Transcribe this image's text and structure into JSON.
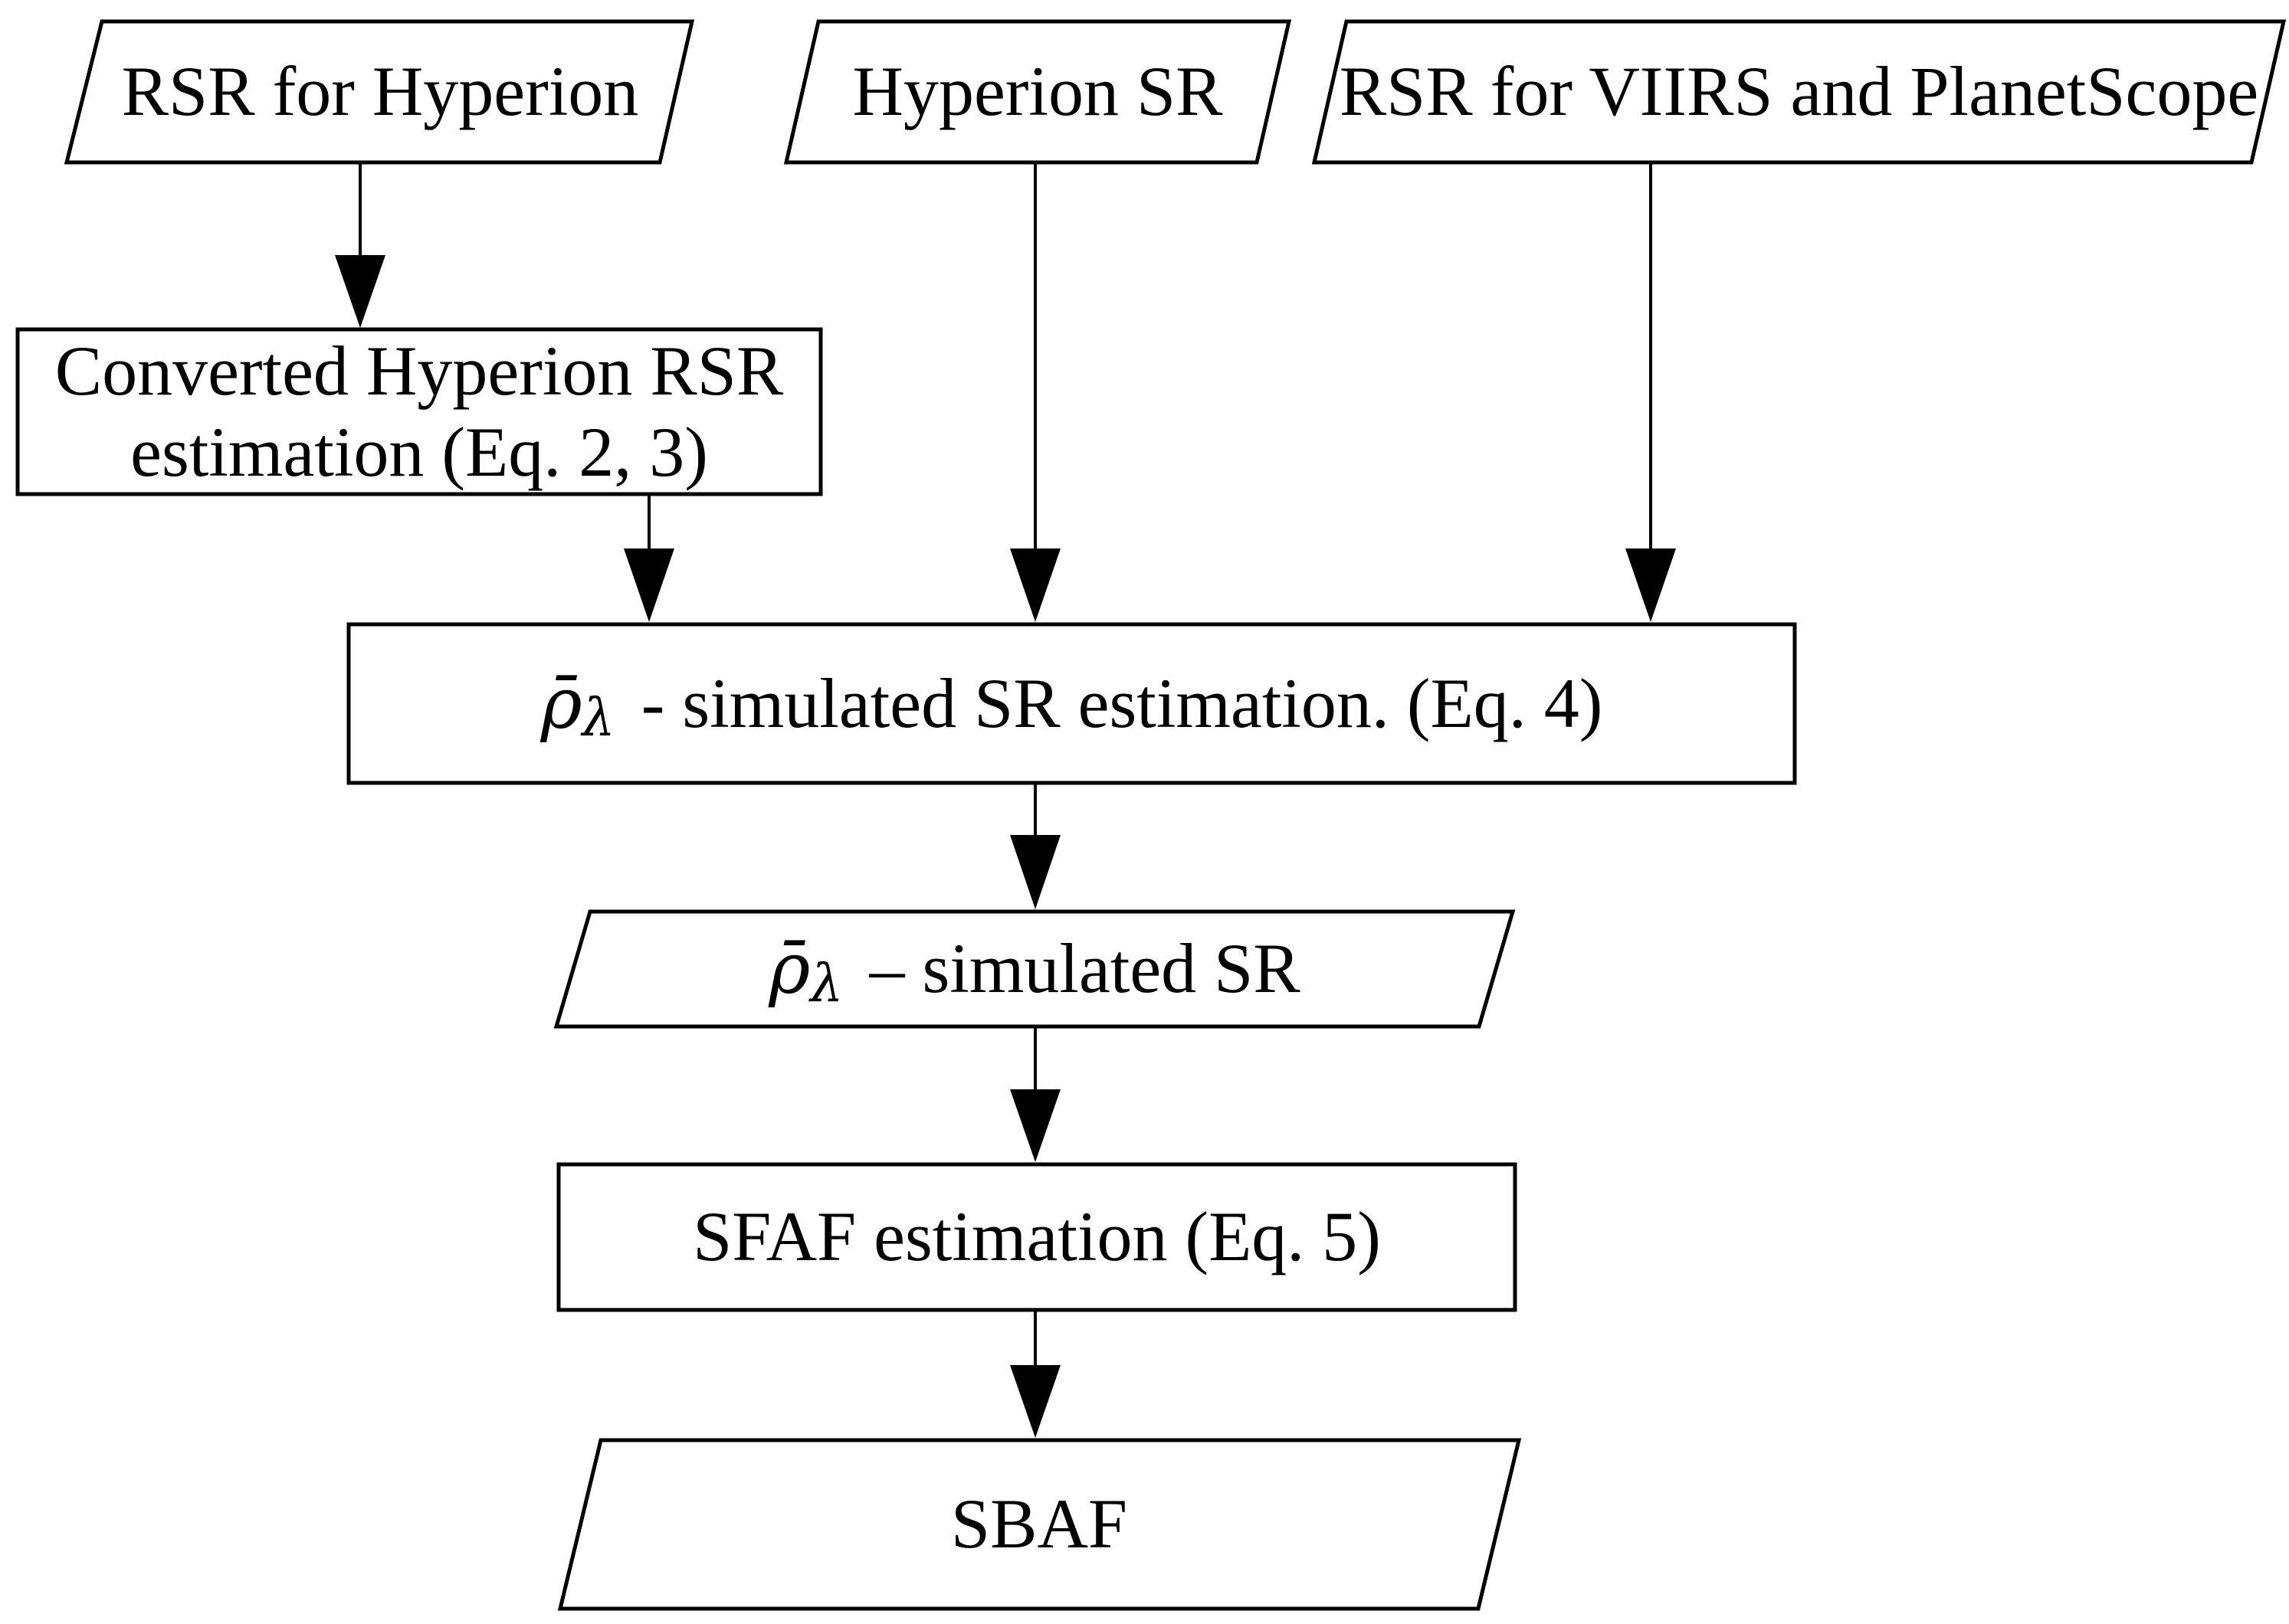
{
  "figure": {
    "type": "flowchart",
    "background_color": "#ffffff",
    "line_color": "#000000",
    "nodes": {
      "rsr_hyperion": {
        "shape": "parallelogram",
        "label": "RSR for Hyperion"
      },
      "hyperion_sr": {
        "shape": "parallelogram",
        "label": "Hyperion SR"
      },
      "rsr_viirs_planetscope": {
        "shape": "parallelogram",
        "label": "RSR for VIIRS and PlanetScope"
      },
      "converted_hyperion_rsr": {
        "shape": "rectangle",
        "line1": "Converted Hyperion RSR",
        "line2": "estimation (Eq. 2, 3)"
      },
      "simulated_sr_estimation": {
        "shape": "rectangle",
        "rho": "ρ̄",
        "lambda": "λ",
        "rest": "- simulated SR estimation. (Eq. 4)"
      },
      "simulated_sr": {
        "shape": "parallelogram",
        "rho": "ρ̄",
        "lambda": "λ",
        "rest": "– simulated SR"
      },
      "sfaf_estimation": {
        "shape": "rectangle",
        "label": "SFAF estimation (Eq. 5)"
      },
      "sbaf": {
        "shape": "parallelogram",
        "label": "SBAF"
      }
    },
    "edges": [
      {
        "from": "rsr_hyperion",
        "to": "converted_hyperion_rsr"
      },
      {
        "from": "converted_hyperion_rsr",
        "to": "simulated_sr_estimation"
      },
      {
        "from": "hyperion_sr",
        "to": "simulated_sr_estimation"
      },
      {
        "from": "rsr_viirs_planetscope",
        "to": "simulated_sr_estimation"
      },
      {
        "from": "simulated_sr_estimation",
        "to": "simulated_sr"
      },
      {
        "from": "simulated_sr",
        "to": "sfaf_estimation"
      },
      {
        "from": "sfaf_estimation",
        "to": "sbaf"
      }
    ]
  }
}
